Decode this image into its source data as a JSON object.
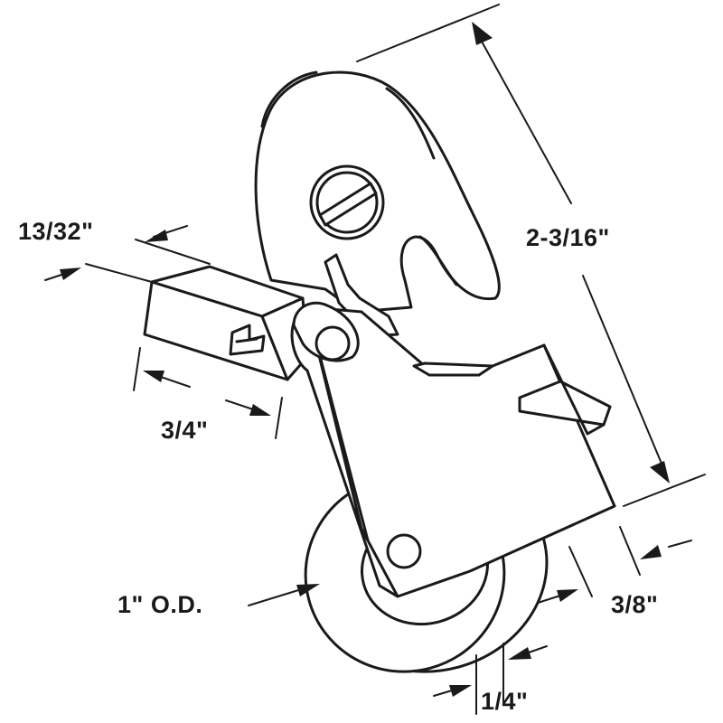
{
  "dimensions": {
    "height": "2-3/16\"",
    "width": "13/32\"",
    "length": "3/4\"",
    "wheel_od": "1\" O.D.",
    "offset": "3/8\"",
    "tire_width": "1/4\""
  },
  "colors": {
    "ink": "#1a1a1a",
    "background": "#ffffff"
  }
}
